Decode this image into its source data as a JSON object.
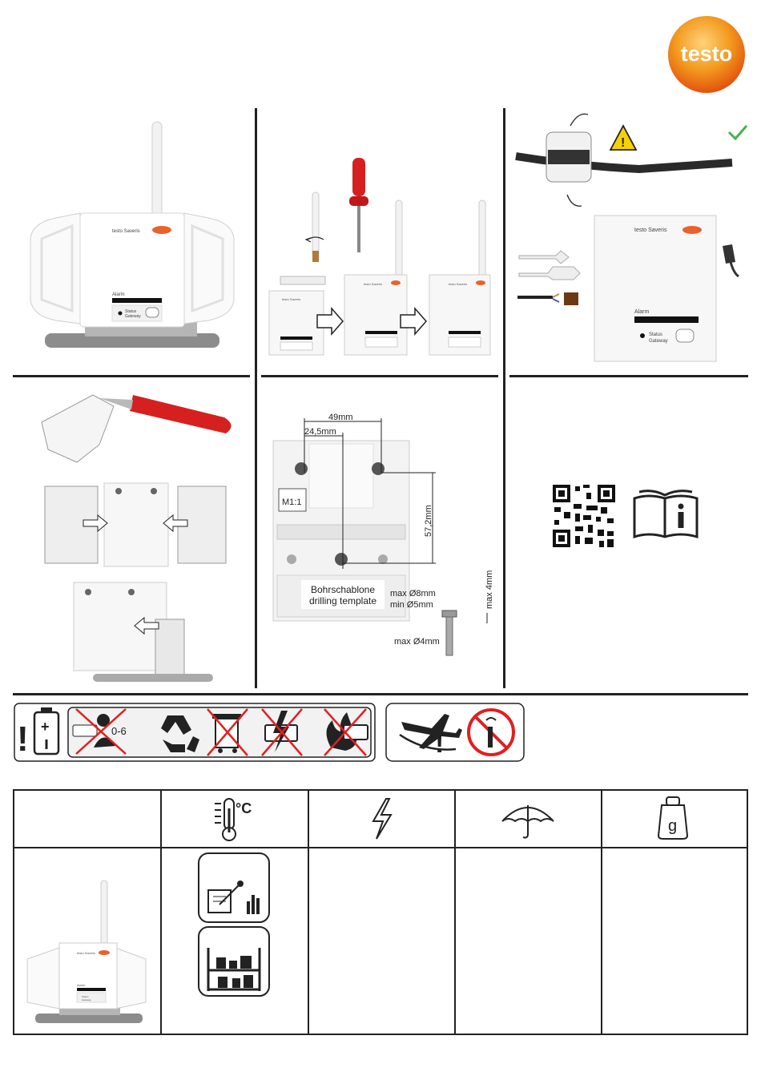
{
  "brand": {
    "logo_text": "testo",
    "logo_color": "#f07c14"
  },
  "device": {
    "brand_label": "testo Saveris",
    "alarm_label": "Alarm",
    "status_label": "Status",
    "gateway_label": "Gateway"
  },
  "mounting": {
    "dim_49": "49mm",
    "dim_24": "24,5mm",
    "dim_57": "57,2mm",
    "scale": "M1:1",
    "template_de": "Bohrschablone",
    "template_en": "drilling template",
    "screw_max_head": "max Ø8mm",
    "screw_min_head": "min Ø5mm",
    "screw_max_thread": "max Ø4mm",
    "screw_max_depth": "max 4mm"
  },
  "battery_warning": {
    "age_label": "0-6"
  },
  "table": {
    "temp_unit": "°C",
    "weight_unit": "g"
  },
  "colors": {
    "accent_orange": "#f07c14",
    "warning_yellow": "#f5d200",
    "check_green": "#4caf50",
    "prohibit_red": "#e02020",
    "screwdriver_red": "#d62020"
  }
}
